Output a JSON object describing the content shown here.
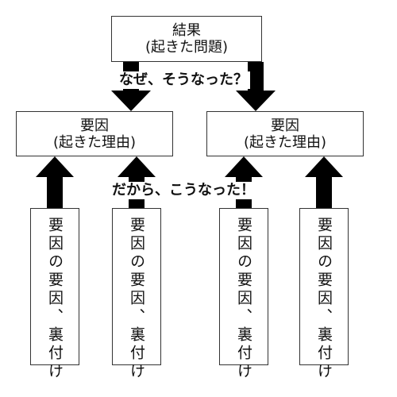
{
  "result_box": {
    "title": "結果",
    "subtitle": "(起きた問題)"
  },
  "cause_boxes": [
    {
      "title": "要因",
      "subtitle": "(起きた理由)"
    },
    {
      "title": "要因",
      "subtitle": "(起きた理由)"
    }
  ],
  "question_label": "なぜ、そうなった？",
  "answer_label": "だから、こうなった！",
  "evidence_boxes": [
    {
      "text": "要因の要因、裏付け"
    },
    {
      "text": "要因の要因、裏付け"
    },
    {
      "text": "要因の要因、裏付け"
    },
    {
      "text": "要因の要因、裏付け"
    }
  ]
}
